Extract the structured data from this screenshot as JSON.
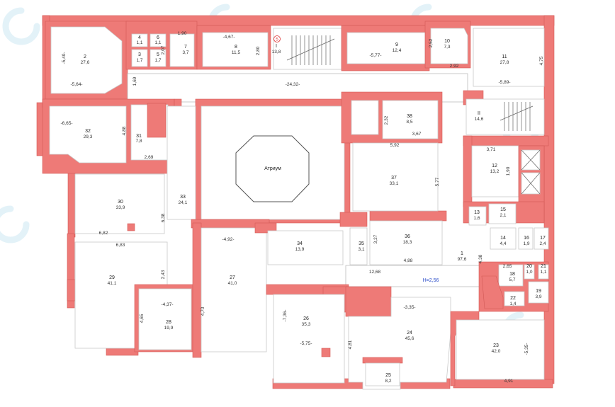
{
  "rooms": [
    {
      "num": "2",
      "area": "27,6"
    },
    {
      "num": "4",
      "area": "1,1"
    },
    {
      "num": "6",
      "area": "1,1"
    },
    {
      "num": "3",
      "area": "1,7"
    },
    {
      "num": "5",
      "area": "1,7"
    },
    {
      "num": "7",
      "area": "3,7"
    },
    {
      "num": "8",
      "area": "11,5"
    },
    {
      "num": "I",
      "area": "13,8"
    },
    {
      "num": "9",
      "area": "12,4"
    },
    {
      "num": "10",
      "area": "7,3"
    },
    {
      "num": "11",
      "area": "27,8"
    },
    {
      "num": "32",
      "area": "29,3"
    },
    {
      "num": "31",
      "area": "7,8"
    },
    {
      "num": "38",
      "area": "8,5"
    },
    {
      "num": "II",
      "area": "14,6"
    },
    {
      "num": "37",
      "area": "33,1"
    },
    {
      "num": "12",
      "area": "13,2"
    },
    {
      "num": "30",
      "area": "33,9"
    },
    {
      "num": "33",
      "area": "24,1"
    },
    {
      "num": "13",
      "area": "1,6"
    },
    {
      "num": "15",
      "area": "2,1"
    },
    {
      "num": "14",
      "area": "4,4"
    },
    {
      "num": "16",
      "area": "1,9"
    },
    {
      "num": "17",
      "area": "2,4"
    },
    {
      "num": "34",
      "area": "13,9"
    },
    {
      "num": "35",
      "area": "3,1"
    },
    {
      "num": "36",
      "area": "18,3"
    },
    {
      "num": "1",
      "area": "97,6"
    },
    {
      "num": "29",
      "area": "41,1"
    },
    {
      "num": "27",
      "area": "41,0"
    },
    {
      "num": "18",
      "area": "5,7"
    },
    {
      "num": "20",
      "area": "1,0"
    },
    {
      "num": "21",
      "area": "1,1"
    },
    {
      "num": "19",
      "area": "3,9"
    },
    {
      "num": "22",
      "area": "1,4"
    },
    {
      "num": "28",
      "area": "19,9"
    },
    {
      "num": "26",
      "area": "35,3"
    },
    {
      "num": "24",
      "area": "45,6"
    },
    {
      "num": "23",
      "area": "42,0"
    },
    {
      "num": "25",
      "area": "8,2"
    }
  ],
  "dims": [
    "1,90",
    "-4,67-",
    "2,80",
    "2,07",
    "-5,40-",
    "-5,64-",
    "1,69",
    "-24,32-",
    "-5,77-",
    "2,52",
    "2,92",
    "4,75",
    "-5,89-",
    "-6,65-",
    "4,88",
    "2,69",
    "2,32",
    "3,67",
    "5,92",
    "3,71",
    "5,77",
    "6,38",
    "6,82",
    "6,83",
    "3,27",
    "4,88",
    "12,68",
    "-4,92-",
    "4,38",
    "2,65",
    "2,43",
    "-4,37-",
    "4,65",
    "4,70",
    "-7,36-",
    "-5,75-",
    "-3,35-",
    "4,81",
    "-5,35-",
    "4,91",
    "1,90"
  ],
  "atrium_label": "Атриум",
  "height_label": "H=2,56",
  "staircase_mark": "5",
  "colors": {
    "wall": "#ee7a77",
    "wall_edge": "#d25a57",
    "height": "#2a4cc9",
    "watermark": "#d7ecf5"
  }
}
